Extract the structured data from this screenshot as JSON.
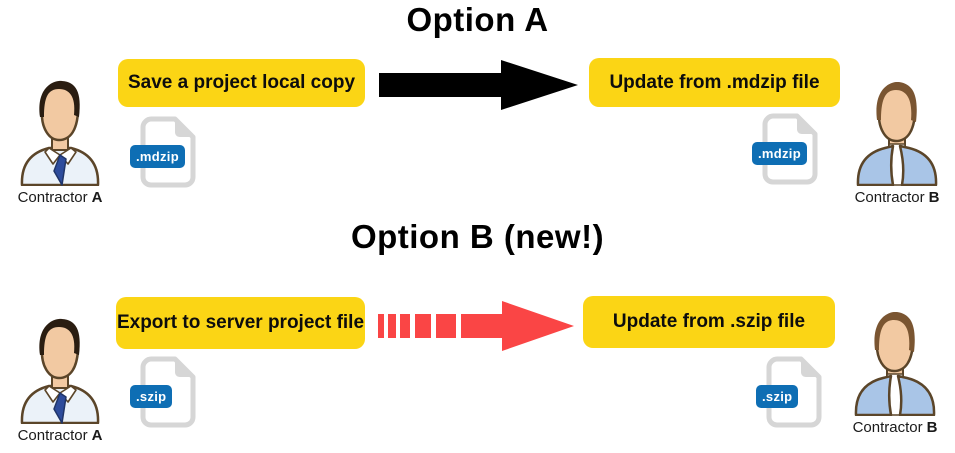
{
  "colors": {
    "highlight_yellow": "#FBD515",
    "arrow_black": "#000000",
    "arrow_red": "#FA4545",
    "file_badge_blue": "#0E6EB4",
    "file_outline_gray": "#D6D6D6"
  },
  "option_a": {
    "title": "Option A",
    "step_left": "Save a project local copy",
    "step_right": "Update from .mdzip file",
    "file_ext": ".mdzip",
    "contractor_left": {
      "name": "Contractor",
      "id": "A"
    },
    "contractor_right": {
      "name": "Contractor",
      "id": "B"
    }
  },
  "option_b": {
    "title": "Option B (new!)",
    "step_left": "Export to server project file",
    "step_right": "Update from .szip file",
    "file_ext": ".szip",
    "contractor_left": {
      "name": "Contractor",
      "id": "A"
    },
    "contractor_right": {
      "name": "Contractor",
      "id": "B"
    }
  }
}
